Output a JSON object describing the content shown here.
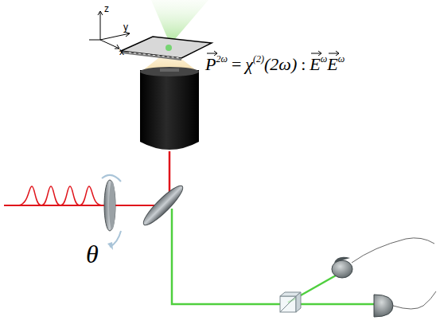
{
  "diagram": {
    "labels": [
      "z",
      "y",
      "x",
      "θ",
      "P",
      "2ω",
      "=",
      "χ",
      "(2)",
      "(2ω)",
      ":",
      "E",
      "ω",
      "E",
      "ω"
    ]
  }
}
